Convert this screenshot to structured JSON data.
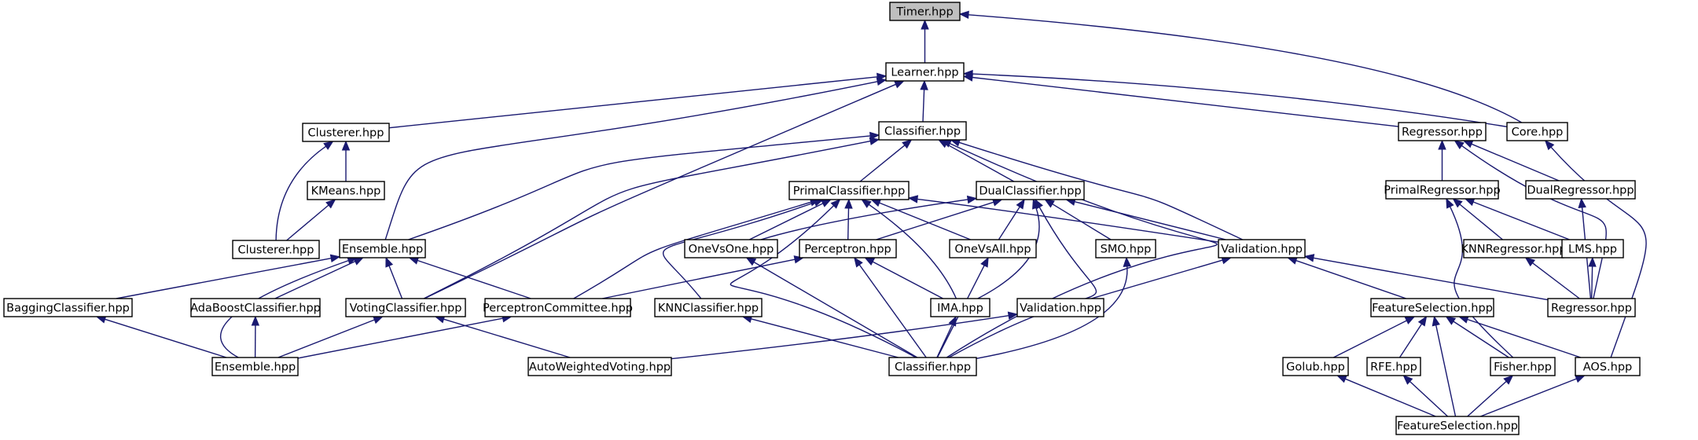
{
  "graph": {
    "nodes": [
      {
        "id": "timer",
        "label": "Timer.hpp",
        "root": true
      },
      {
        "id": "learner",
        "label": "Learner.hpp"
      },
      {
        "id": "clusterer_top",
        "label": "Clusterer.hpp"
      },
      {
        "id": "classifier_top",
        "label": "Classifier.hpp"
      },
      {
        "id": "regressor_top",
        "label": "Regressor.hpp"
      },
      {
        "id": "core",
        "label": "Core.hpp"
      },
      {
        "id": "kmeans",
        "label": "KMeans.hpp"
      },
      {
        "id": "clusterer_bot",
        "label": "Clusterer.hpp"
      },
      {
        "id": "primal_classifier",
        "label": "PrimalClassifier.hpp"
      },
      {
        "id": "dual_classifier",
        "label": "DualClassifier.hpp"
      },
      {
        "id": "primal_regressor",
        "label": "PrimalRegressor.hpp"
      },
      {
        "id": "dual_regressor",
        "label": "DualRegressor.hpp"
      },
      {
        "id": "ensemble_top",
        "label": "Ensemble.hpp"
      },
      {
        "id": "one_vs_one",
        "label": "OneVsOne.hpp"
      },
      {
        "id": "perceptron",
        "label": "Perceptron.hpp"
      },
      {
        "id": "one_vs_all",
        "label": "OneVsAll.hpp"
      },
      {
        "id": "smo",
        "label": "SMO.hpp"
      },
      {
        "id": "validation_top",
        "label": "Validation.hpp"
      },
      {
        "id": "knn_regressor",
        "label": "KNNRegressor.hpp"
      },
      {
        "id": "lms",
        "label": "LMS.hpp"
      },
      {
        "id": "bagging",
        "label": "BaggingClassifier.hpp"
      },
      {
        "id": "adaboost",
        "label": "AdaBoostClassifier.hpp"
      },
      {
        "id": "voting",
        "label": "VotingClassifier.hpp"
      },
      {
        "id": "perceptron_committee",
        "label": "PerceptronCommittee.hpp"
      },
      {
        "id": "knn_classifier",
        "label": "KNNClassifier.hpp"
      },
      {
        "id": "ima",
        "label": "IMA.hpp"
      },
      {
        "id": "validation_bot",
        "label": "Validation.hpp"
      },
      {
        "id": "feature_selection_top",
        "label": "FeatureSelection.hpp"
      },
      {
        "id": "regressor_bot",
        "label": "Regressor.hpp"
      },
      {
        "id": "ensemble_bot",
        "label": "Ensemble.hpp"
      },
      {
        "id": "auto_weighted_voting",
        "label": "AutoWeightedVoting.hpp"
      },
      {
        "id": "classifier_bot",
        "label": "Classifier.hpp"
      },
      {
        "id": "golub",
        "label": "Golub.hpp"
      },
      {
        "id": "rfe",
        "label": "RFE.hpp"
      },
      {
        "id": "fisher",
        "label": "Fisher.hpp"
      },
      {
        "id": "aos",
        "label": "AOS.hpp"
      },
      {
        "id": "feature_selection_bot",
        "label": "FeatureSelection.hpp"
      }
    ],
    "edges": [
      {
        "from": "learner",
        "to": "timer"
      },
      {
        "from": "core",
        "to": "timer"
      },
      {
        "from": "clusterer_top",
        "to": "learner"
      },
      {
        "from": "classifier_top",
        "to": "learner"
      },
      {
        "from": "regressor_top",
        "to": "learner"
      },
      {
        "from": "core",
        "to": "learner"
      },
      {
        "from": "ensemble_top",
        "to": "learner"
      },
      {
        "from": "voting",
        "to": "learner"
      },
      {
        "from": "kmeans",
        "to": "clusterer_top"
      },
      {
        "from": "clusterer_bot",
        "to": "clusterer_top"
      },
      {
        "from": "clusterer_bot",
        "to": "kmeans"
      },
      {
        "from": "primal_classifier",
        "to": "classifier_top"
      },
      {
        "from": "dual_classifier",
        "to": "classifier_top"
      },
      {
        "from": "ensemble_top",
        "to": "classifier_top"
      },
      {
        "from": "voting",
        "to": "classifier_top"
      },
      {
        "from": "validation_top",
        "to": "classifier_top"
      },
      {
        "from": "classifier_bot",
        "to": "classifier_top"
      },
      {
        "from": "primal_regressor",
        "to": "regressor_top"
      },
      {
        "from": "dual_regressor",
        "to": "regressor_top"
      },
      {
        "from": "regressor_bot",
        "to": "regressor_top"
      },
      {
        "from": "aos",
        "to": "core"
      },
      {
        "from": "one_vs_one",
        "to": "primal_classifier"
      },
      {
        "from": "perceptron",
        "to": "primal_classifier"
      },
      {
        "from": "one_vs_all",
        "to": "primal_classifier"
      },
      {
        "from": "validation_top",
        "to": "primal_classifier"
      },
      {
        "from": "perceptron_committee",
        "to": "primal_classifier"
      },
      {
        "from": "knn_classifier",
        "to": "primal_classifier"
      },
      {
        "from": "ima",
        "to": "primal_classifier"
      },
      {
        "from": "classifier_bot",
        "to": "primal_classifier"
      },
      {
        "from": "one_vs_one",
        "to": "dual_classifier"
      },
      {
        "from": "perceptron",
        "to": "dual_classifier"
      },
      {
        "from": "one_vs_all",
        "to": "dual_classifier"
      },
      {
        "from": "smo",
        "to": "dual_classifier"
      },
      {
        "from": "validation_top",
        "to": "dual_classifier"
      },
      {
        "from": "ima",
        "to": "dual_classifier"
      },
      {
        "from": "classifier_bot",
        "to": "dual_classifier"
      },
      {
        "from": "knn_regressor",
        "to": "primal_regressor"
      },
      {
        "from": "lms",
        "to": "primal_regressor"
      },
      {
        "from": "fisher",
        "to": "primal_regressor"
      },
      {
        "from": "regressor_bot",
        "to": "dual_regressor"
      },
      {
        "from": "bagging",
        "to": "ensemble_top"
      },
      {
        "from": "adaboost",
        "to": "ensemble_top"
      },
      {
        "from": "voting",
        "to": "ensemble_top"
      },
      {
        "from": "perceptron_committee",
        "to": "ensemble_top"
      },
      {
        "from": "ensemble_bot",
        "to": "ensemble_top"
      },
      {
        "from": "classifier_bot",
        "to": "one_vs_one"
      },
      {
        "from": "perceptron_committee",
        "to": "perceptron"
      },
      {
        "from": "ima",
        "to": "perceptron"
      },
      {
        "from": "classifier_bot",
        "to": "perceptron"
      },
      {
        "from": "classifier_bot",
        "to": "one_vs_all"
      },
      {
        "from": "classifier_bot",
        "to": "smo"
      },
      {
        "from": "validation_bot",
        "to": "validation_top"
      },
      {
        "from": "feature_selection_top",
        "to": "validation_top"
      },
      {
        "from": "regressor_bot",
        "to": "validation_top"
      },
      {
        "from": "regressor_bot",
        "to": "knn_regressor"
      },
      {
        "from": "regressor_bot",
        "to": "lms"
      },
      {
        "from": "ensemble_bot",
        "to": "bagging"
      },
      {
        "from": "ensemble_bot",
        "to": "adaboost"
      },
      {
        "from": "ensemble_bot",
        "to": "voting"
      },
      {
        "from": "auto_weighted_voting",
        "to": "voting"
      },
      {
        "from": "ensemble_bot",
        "to": "perceptron_committee"
      },
      {
        "from": "classifier_bot",
        "to": "knn_classifier"
      },
      {
        "from": "classifier_bot",
        "to": "ima"
      },
      {
        "from": "auto_weighted_voting",
        "to": "validation_bot"
      },
      {
        "from": "golub",
        "to": "feature_selection_top"
      },
      {
        "from": "rfe",
        "to": "feature_selection_top"
      },
      {
        "from": "fisher",
        "to": "feature_selection_top"
      },
      {
        "from": "aos",
        "to": "feature_selection_top"
      },
      {
        "from": "feature_selection_bot",
        "to": "feature_selection_top"
      },
      {
        "from": "feature_selection_bot",
        "to": "golub"
      },
      {
        "from": "feature_selection_bot",
        "to": "rfe"
      },
      {
        "from": "feature_selection_bot",
        "to": "fisher"
      },
      {
        "from": "feature_selection_bot",
        "to": "aos"
      }
    ]
  }
}
